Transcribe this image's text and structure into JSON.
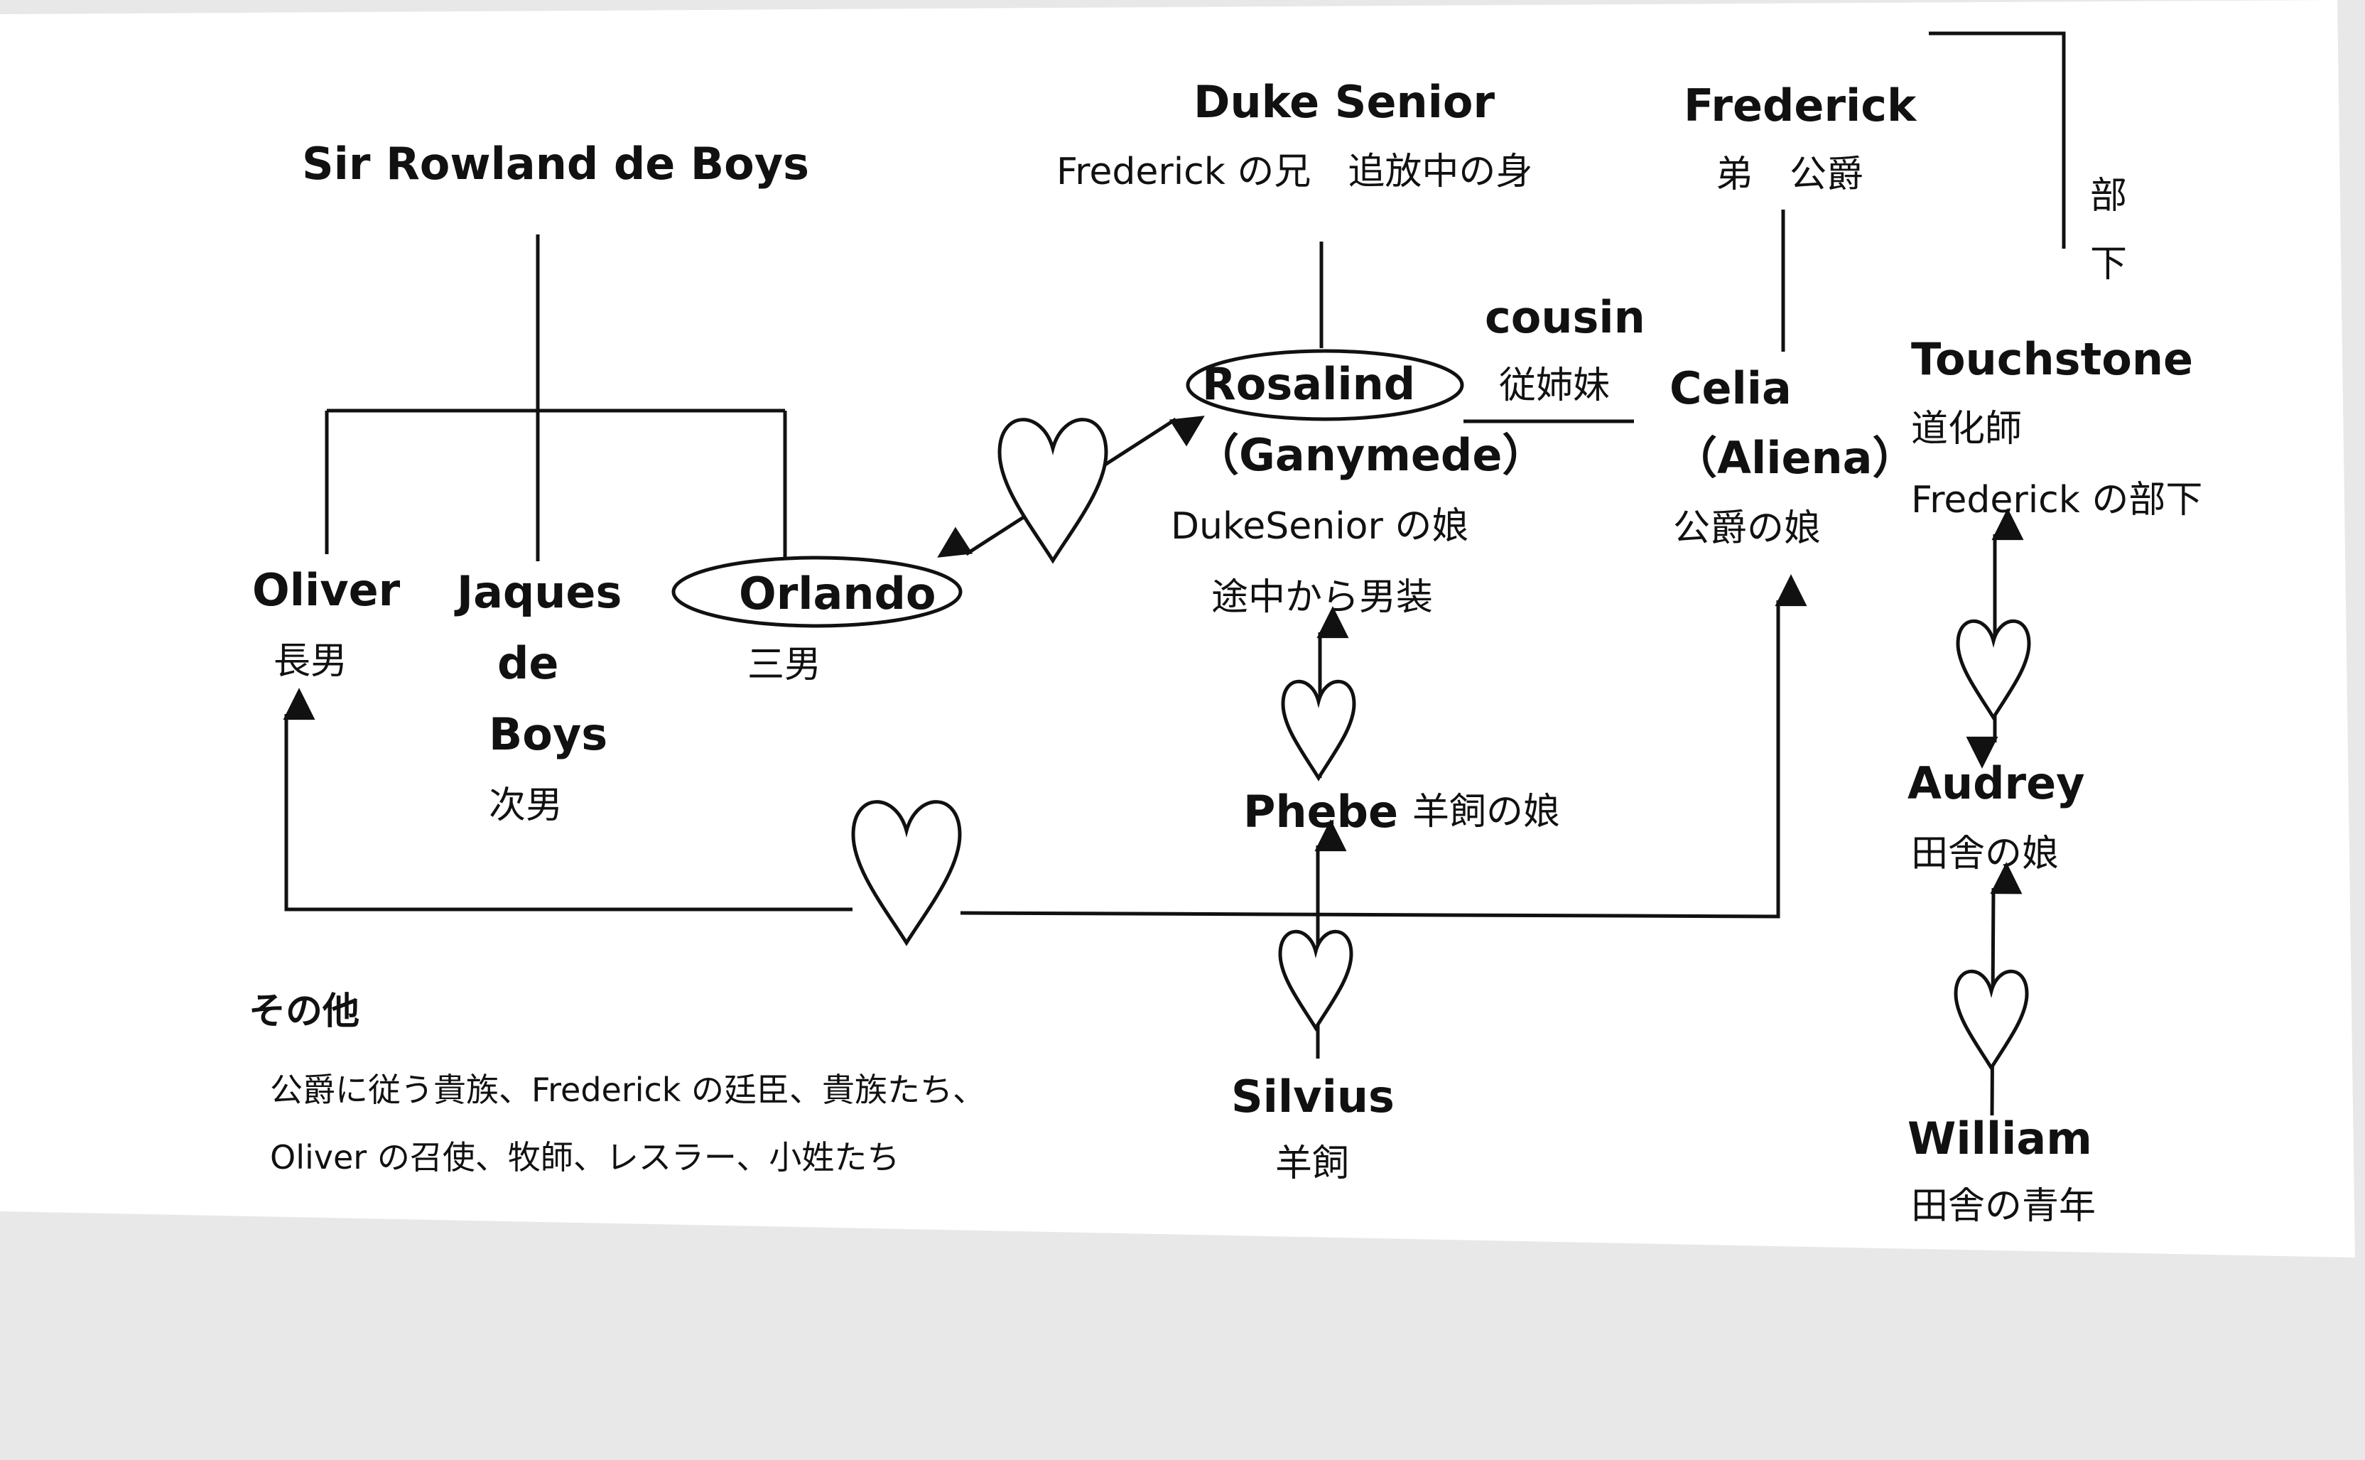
{
  "characters": {
    "rowland": {
      "name": "Sir Rowland de Boys"
    },
    "duke": {
      "name": "Duke Senior",
      "desc": "Frederick の兄　追放中の身"
    },
    "frederick": {
      "name": "Frederick",
      "desc": "弟　公爵"
    },
    "cousin": {
      "label": "cousin",
      "desc": "従姉妹"
    },
    "rosalind": {
      "name": "Rosalind",
      "alias": "（Ganymede）",
      "desc1": "DukeSenior の娘",
      "desc2": "途中から男装"
    },
    "celia": {
      "name": "Celia",
      "alias": "（Aliena）",
      "desc": "公爵の娘"
    },
    "touchstone": {
      "name": "Touchstone",
      "desc1": "道化師",
      "desc2": "Frederick の部下"
    },
    "oliver": {
      "name": "Oliver",
      "desc": "長男"
    },
    "jaques": {
      "name1": "Jaques",
      "name2": "de",
      "name3": "Boys",
      "desc": "次男"
    },
    "orlando": {
      "name": "Orlando",
      "desc": "三男"
    },
    "phebe": {
      "name": "Phebe",
      "desc": "羊飼の娘"
    },
    "silvius": {
      "name": "Silvius",
      "desc": "羊飼"
    },
    "audrey": {
      "name": "Audrey",
      "desc": "田舎の娘"
    },
    "william": {
      "name": "William",
      "desc": "田舎の青年"
    }
  },
  "subordinate_label": {
    "c1": "部",
    "c2": "下"
  },
  "others": {
    "heading": "その他",
    "line1": "公爵に従う貴族、Frederick の廷臣、貴族たち、",
    "line2": "Oliver の召使、牧師、レスラー、小姓たち"
  }
}
